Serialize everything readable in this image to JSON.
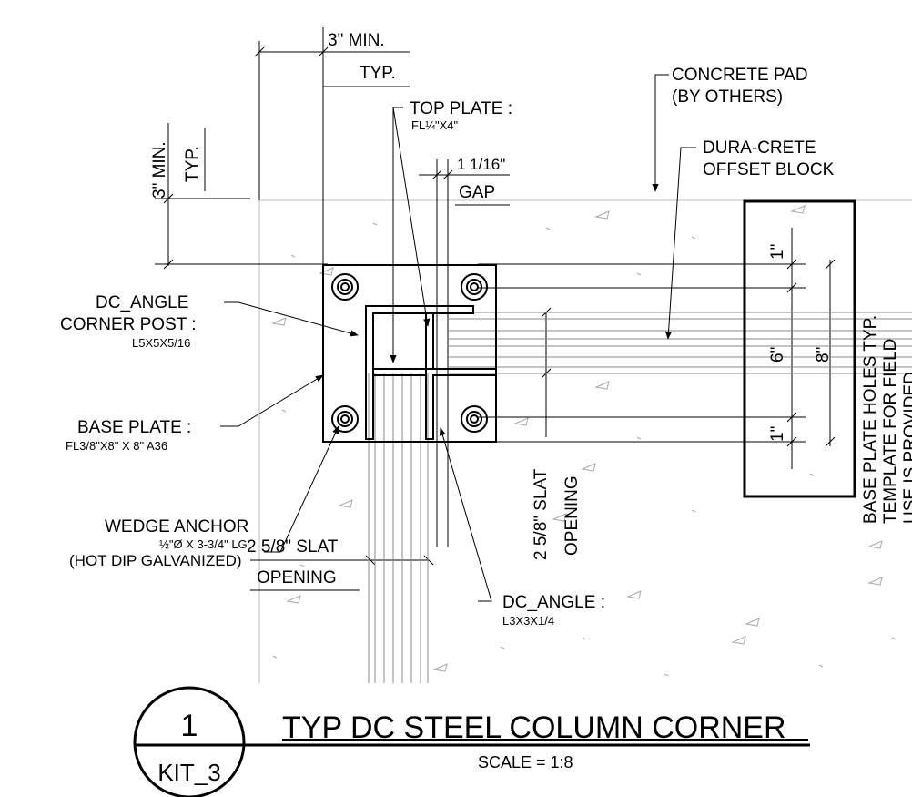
{
  "labels": {
    "dim_top_min": "3\" MIN.",
    "dim_top_typ": "TYP.",
    "dim_left_min": "3\" MIN.",
    "dim_left_typ": "TYP.",
    "top_plate": "TOP PLATE :",
    "top_plate_spec": "FL¼\"X4\"",
    "gap_dim": "1 1/16\"",
    "gap": "GAP",
    "concrete_pad": "CONCRETE PAD",
    "concrete_pad_sub": "(BY OTHERS)",
    "dura_crete": "DURA-CRETE",
    "offset_block": "OFFSET BLOCK",
    "corner_post": "DC_ANGLE",
    "corner_post_2": "CORNER POST :",
    "corner_post_spec": "L5X5X5/16",
    "base_plate": "BASE PLATE :",
    "base_plate_spec": "FL3/8\"X8\" X 8\" A36",
    "wedge_anchor": "WEDGE ANCHOR",
    "wedge_anchor_spec": "½\"Ø X 3-3/4\" LG",
    "wedge_anchor_note": "(HOT DIP GALVANIZED)",
    "slat_left": "2 5/8\" SLAT",
    "opening_left": "OPENING",
    "slat_vert": "2 5/8\" SLAT",
    "opening_vert": "OPENING",
    "dc_angle": "DC_ANGLE :",
    "dc_angle_spec": "L3X3X1/4",
    "dim_1_top": "1\"",
    "dim_6": "6\"",
    "dim_8": "8\"",
    "dim_1_bot": "1\"",
    "template_line1": "BASE PLATE HOLES TYP.",
    "template_line2": "TEMPLATE FOR FIELD",
    "template_line3": "USE IS PROVIDED"
  },
  "title_block": {
    "detail_number": "1",
    "sheet": "KIT_3",
    "title": "TYP DC STEEL COLUMN CORNER",
    "scale": "SCALE = 1:8"
  }
}
